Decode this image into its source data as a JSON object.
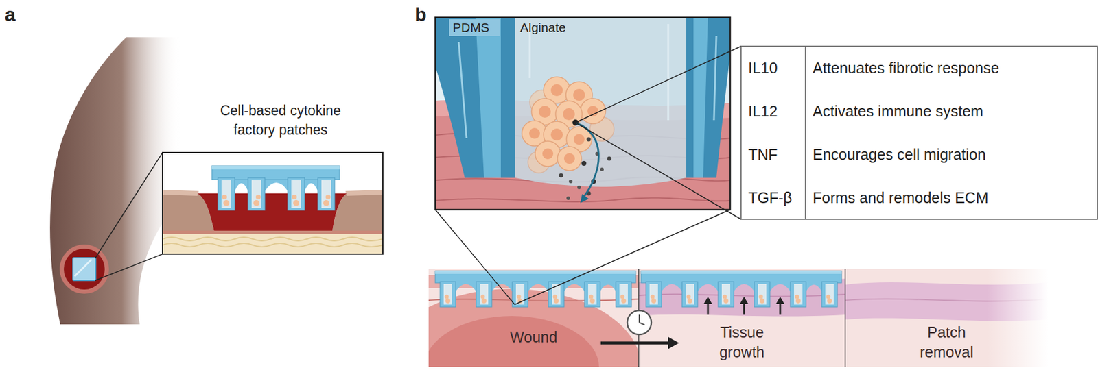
{
  "diagram": {
    "nodes": [
      {
        "text": [
          "IL10",
          "Attenuates fibrotic response"
        ]
      },
      {
        "text": [
          "IL12",
          "Activates immune system"
        ]
      },
      {
        "text": [
          "TNF",
          "Encourages cell migration"
        ]
      },
      {
        "text": [
          "TGF-β",
          "Forms and remodels ECM"
        ]
      },
      {
        "text": [
          "Wound"
        ]
      },
      {
        "text": [
          "Tissue growth"
        ]
      },
      {
        "text": [
          "Patch removal"
        ]
      }
    ],
    "edges": [
      {
        "from": 4,
        "to": 5,
        "arrow": "to"
      }
    ],
    "labels": [
      "a",
      "Cell-based cytokine factory patches",
      "b",
      "PDMS",
      "Alginate"
    ]
  }
}
